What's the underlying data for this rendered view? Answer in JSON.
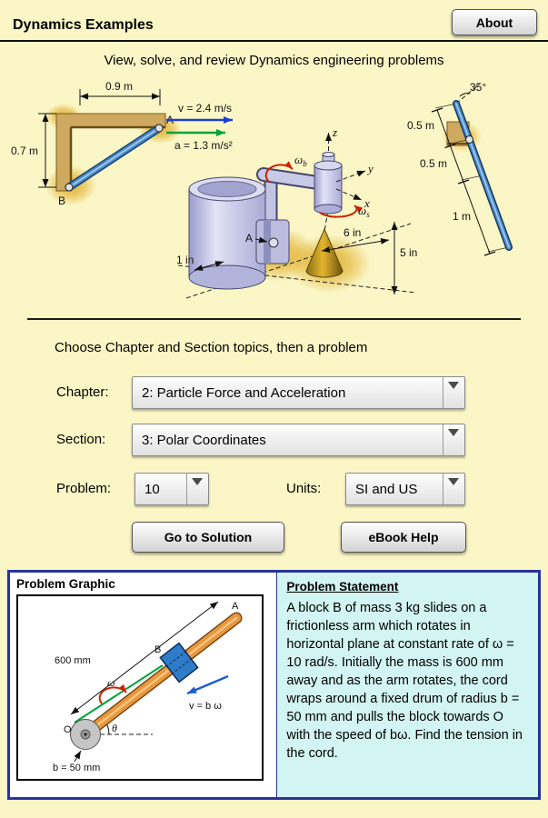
{
  "colors": {
    "page_bg": "#FBF6C6",
    "panel_border": "#27339B",
    "statement_bg": "#D2F4F2",
    "rod_blue": "#4E8FD0",
    "arm_orange": "#E8983E",
    "omega_red": "#CC2200",
    "velocity_blue": "#1B3FD0",
    "acceleration_green": "#00A33C"
  },
  "header": {
    "title": "Dynamics Examples",
    "about_button": "About"
  },
  "intro": {
    "subtitle": "View, solve, and review Dynamics engineering problems"
  },
  "hero": {
    "left": {
      "dim_width": "0.9 m",
      "dim_height": "0.7 m",
      "point_a": "A",
      "point_b": "B",
      "velocity": "v = 2.4 m/s",
      "acceleration": "a = 1.3 m/s²"
    },
    "middle": {
      "omega": "ω",
      "omega_b_sub": "b",
      "omega_s_sub": "s",
      "axis_z": "z",
      "axis_y": "y",
      "axis_x": "x",
      "point_a": "A",
      "dim_radius": "1 in",
      "dim_length": "6 in",
      "dim_height": "5 in"
    },
    "right": {
      "angle": "35°",
      "dim_top": "0.5 m",
      "dim_mid": "0.5 m",
      "dim_bottom": "1 m"
    }
  },
  "chooser": {
    "instruction": "Choose Chapter and Section topics, then a problem",
    "chapter_label": "Chapter:",
    "chapter_value": "2: Particle Force and Acceleration",
    "section_label": "Section:",
    "section_value": "3: Polar Coordinates",
    "problem_label": "Problem:",
    "problem_value": "10",
    "units_label": "Units:",
    "units_value": "SI and US",
    "go_to_solution": "Go to Solution",
    "ebook_help": "eBook Help"
  },
  "problem": {
    "graphic_title": "Problem Graphic",
    "statement_title": "Problem Statement",
    "statement_text": "A block B of mass 3 kg slides on a frictionless arm which rotates in horizontal plane at constant rate of ω = 10 rad/s. Initially the mass is 600 mm away and as the arm rotates, the cord wraps around a fixed drum of radius b = 50 mm and pulls the block towards O with the speed of bω. Find the tension in the cord.",
    "graphic": {
      "dim_arm": "600 mm",
      "point_a": "A",
      "block_b": "B",
      "origin": "O",
      "theta": "θ",
      "omega": "ω",
      "velocity": "v = b ω",
      "drum_radius": "b = 50 mm"
    }
  }
}
